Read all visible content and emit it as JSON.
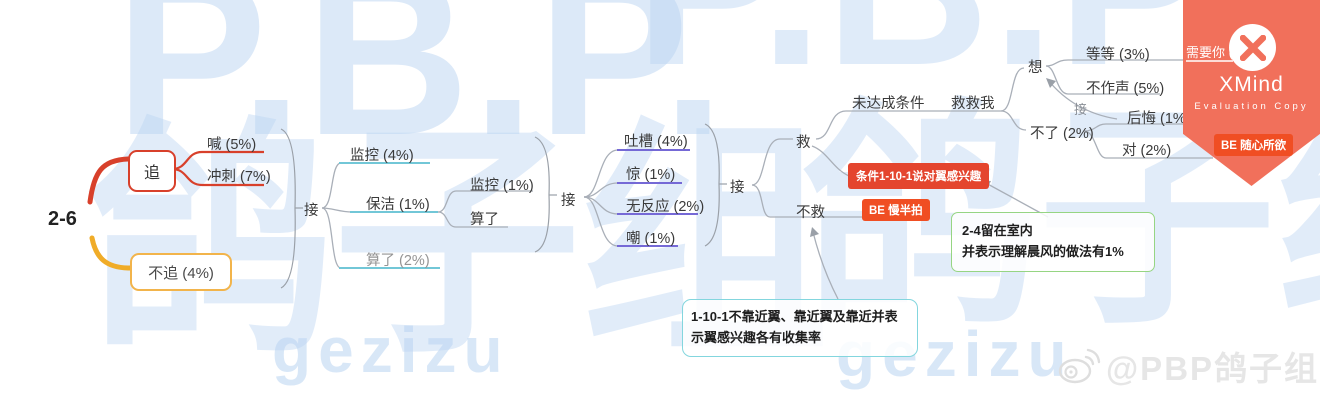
{
  "colors": {
    "branch_red": "#D8402B",
    "branch_yellow": "#F0AC28",
    "topic_cyan": "#72C7D7",
    "topic_purple": "#7569D6",
    "connector_gray": "#A9AFB8",
    "ribbon_coral": "#F1705B",
    "badge_orange": "#F04E23",
    "callout_red": "#E4452E",
    "note_green_border": "#96D583",
    "note_cyan_border": "#83D6DE",
    "watermark_blue": "#BAD4F2"
  },
  "map": {
    "root": "2-6",
    "chase": "追",
    "shout": "喊 (5%)",
    "sprint": "冲刺 (7%)",
    "no_chase": "不追 (4%)",
    "jie1": "接",
    "monitor4": "监控 (4%)",
    "cleaner1": "保洁 (1%)",
    "forget2": "算了 (2%)",
    "monitor1": "监控 (1%)",
    "forget": "算了",
    "jie2": "接",
    "tucao4": "吐槽 (4%)",
    "surprise1": "惊 (1%)",
    "no_reaction2": "无反应 (2%)",
    "mock1": "嘲 (1%)",
    "jie3": "接",
    "save": "救",
    "no_save": "不救",
    "condition_unmet": "未达成条件",
    "save_me": "救救我",
    "think": "想",
    "wait3": "等等 (3%)",
    "silent5": "不作声 (5%)",
    "no2": "不了 (2%)",
    "regret1": "后悔 (1%)",
    "right2": "对 (2%)",
    "need_you3": "需要你 (3%)",
    "jie_arrow": "接"
  },
  "callouts": {
    "condition_red": "条件1-10-1说对翼感兴趣",
    "be_slow": "BE 慢半拍",
    "be_free": "BE 随心所欲"
  },
  "notes": {
    "green_line1": "2-4留在室内",
    "green_line2": "并表示理解晨风的做法有1%",
    "cyan_line1": "1-10-1不靠近翼、靠近翼及靠近并表",
    "cyan_line2": "示翼感兴趣各有收集率"
  },
  "xmind": {
    "brand": "XMind",
    "subtitle": "Evaluation Copy"
  },
  "watermark": {
    "pbp": "P.B.P.",
    "group_cn": "鸽子组",
    "group_en": "gezizu",
    "weibo": "@PBP鸽子组"
  }
}
